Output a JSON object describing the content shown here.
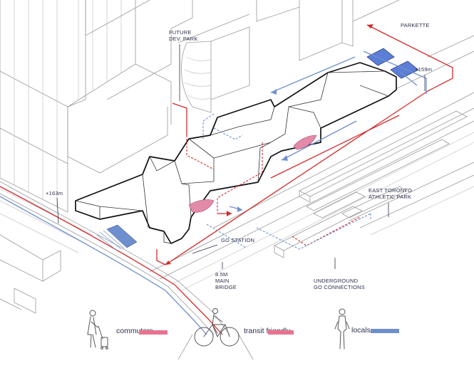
{
  "labels": {
    "future_dev_park": [
      "FUTURE",
      "DEV. PARK"
    ],
    "parkette": "PARKETTE",
    "elev_159": "+159m",
    "elev_163": "+163m",
    "east_toronto": [
      "EAST TORONTO",
      "ATHLETIC PARK"
    ],
    "go_station": "GO STATION",
    "main_bridge": [
      "8.5M",
      "MAIN",
      "BRIDGE"
    ],
    "underground_go": [
      "UNDERGROUND",
      "GO CONNECTIONS"
    ]
  },
  "legend": {
    "commuters": {
      "label": "commuters",
      "color": "#e8738f",
      "icon": "walking-with-luggage-icon"
    },
    "transit_friendly": {
      "label": "transit friendly",
      "color": "#e8738f",
      "icon": "cyclist-icon"
    },
    "locals": {
      "label": "locals",
      "color": "#6e8fcf",
      "icon": "standing-person-icon"
    }
  },
  "colors": {
    "commuter_route": "#d42a2a",
    "local_route": "#6e8fcf",
    "public_space": "#e28aa8",
    "parkette_fill": "#5b7fd6",
    "outline": "#111111",
    "context": "#9a9a9a"
  }
}
